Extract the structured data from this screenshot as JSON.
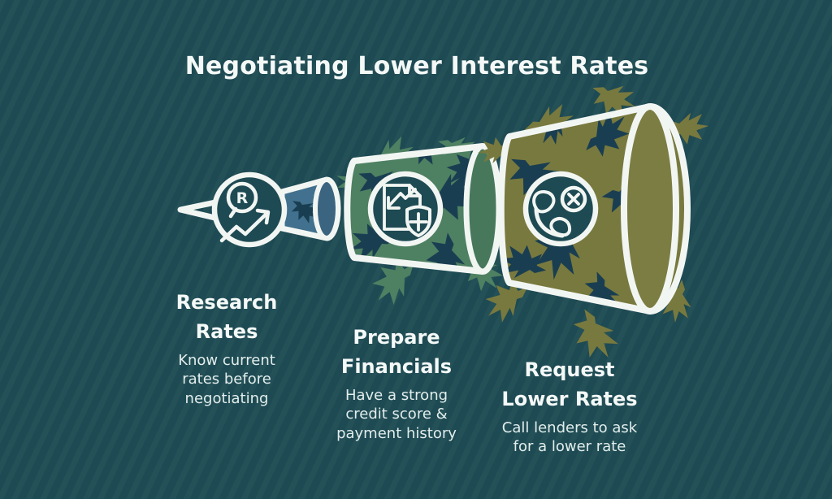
{
  "page": {
    "title": "Negotiating Lower Interest Rates"
  },
  "palette": {
    "background": "#1e4a53",
    "outline_white": "#f2f6f3",
    "cone_blue": "#41718e",
    "cone_blue_rim": "#3a647f",
    "cone_green": "#4e8062",
    "cone_green_rim": "#47785c",
    "cone_olive": "#78793e",
    "cone_olive_rim": "#7c7d42",
    "shadow_navy": "#1a3e51",
    "text_white": "#edf4f1"
  },
  "steps": [
    {
      "heading": "Research\nRates",
      "body": "Know current\nrates before\nnegotiating",
      "icon": "rate-trend-icon",
      "symbol": "R"
    },
    {
      "heading": "Prepare\nFinancials",
      "body": "Have a strong\ncredit score &\npayment history",
      "icon": "financial-document-shield-icon"
    },
    {
      "heading": "Request\nLower Rates",
      "body": "Call lenders to ask\nfor a lower rate",
      "icon": "phone-call-cancel-icon"
    }
  ]
}
